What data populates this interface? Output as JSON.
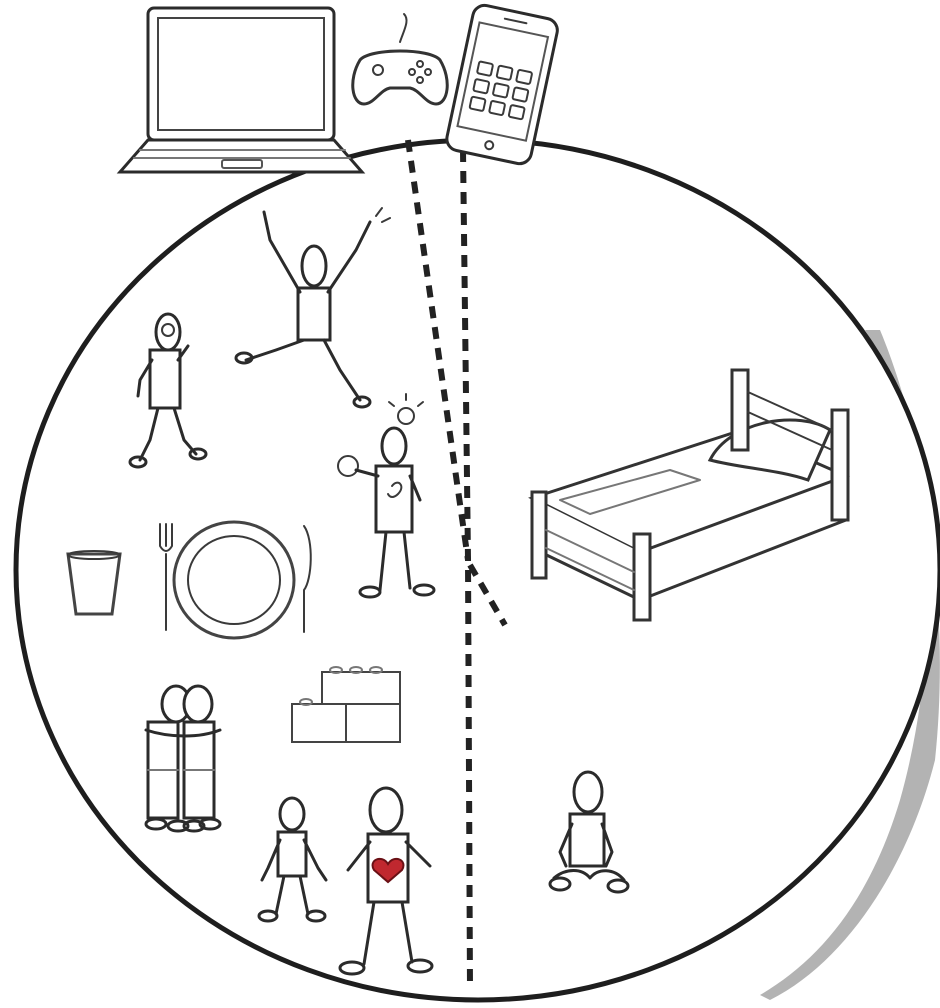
{
  "diagram": {
    "accent_colors": {
      "ink": "#2b2b2b",
      "shadow": "#8a8a8a",
      "heart": "#c0282f"
    },
    "icons": [
      "laptop-icon",
      "game-controller-icon",
      "smartphone-icon",
      "bed-icon",
      "drinking-glass-icon",
      "plate-and-cutlery-icon",
      "toy-blocks-icon"
    ],
    "figures": [
      "jumping-figure",
      "figure-with-hand-to-face",
      "figure-with-idea-bulb",
      "hugging-figures",
      "two-figures-with-heart",
      "sitting-cross-legged-figure"
    ]
  }
}
